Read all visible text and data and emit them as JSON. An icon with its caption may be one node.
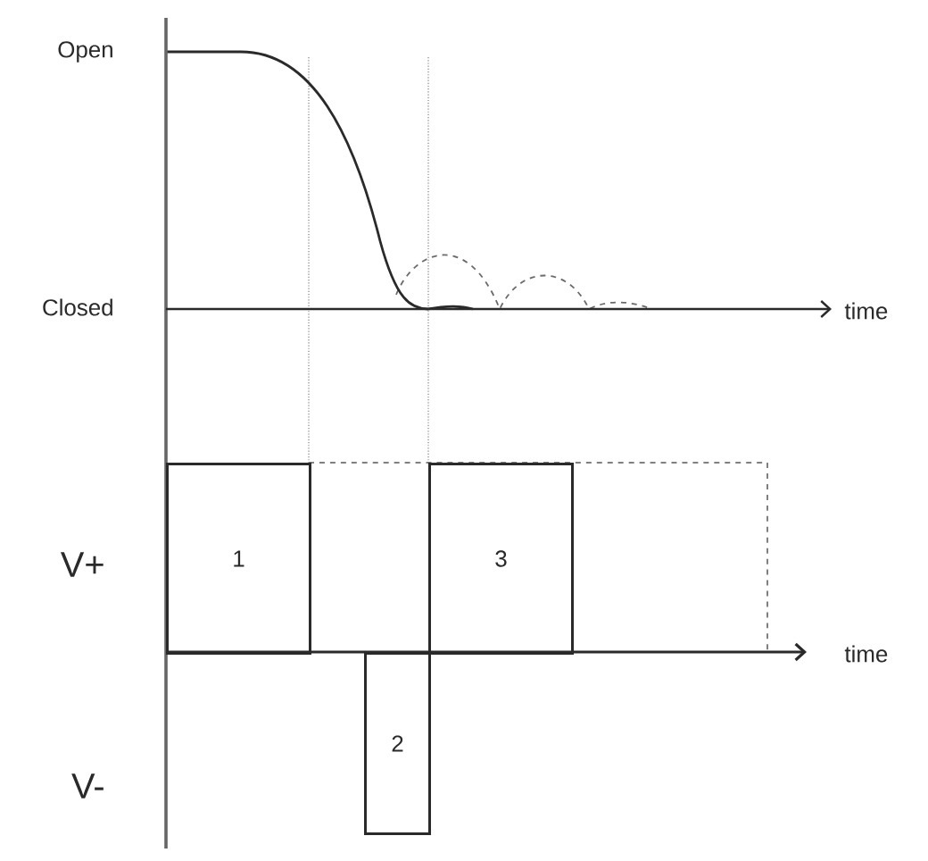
{
  "diagram": {
    "nodes": [
      {
        "text": [
          "1"
        ]
      },
      {
        "text": [
          "2"
        ]
      },
      {
        "text": [
          "3"
        ]
      }
    ],
    "labels": [
      "Open",
      "Closed",
      "time",
      "V+",
      "V-",
      "time"
    ]
  }
}
